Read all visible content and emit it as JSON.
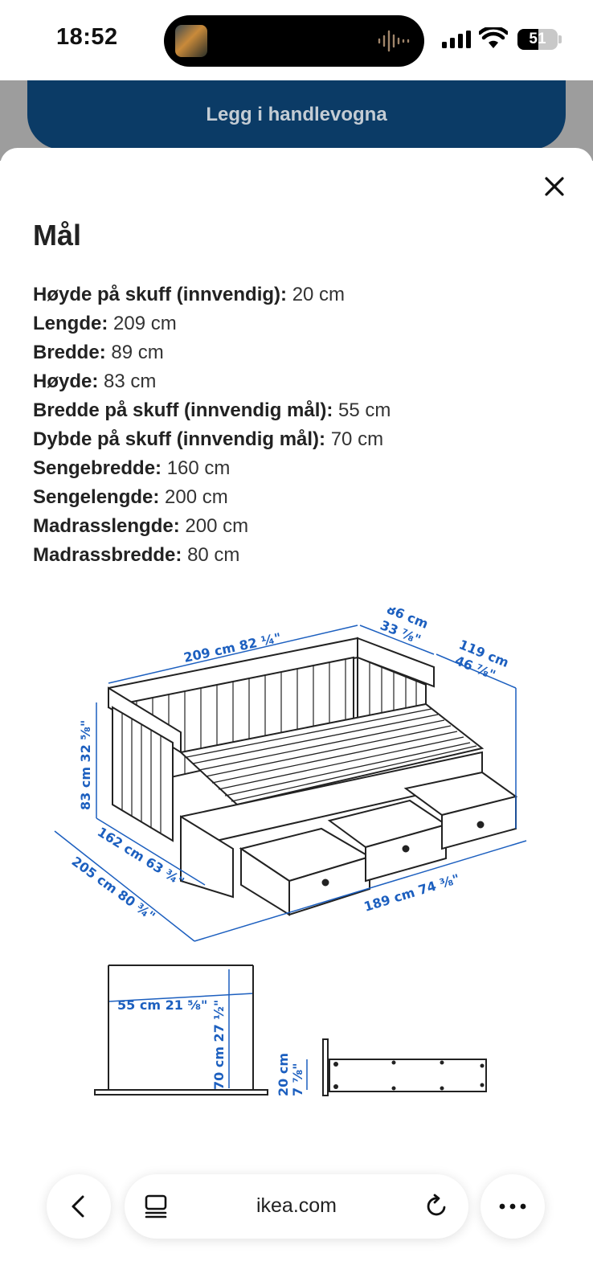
{
  "status_bar": {
    "time": "18:52",
    "battery": "51"
  },
  "background_page": {
    "cart_button_label": "Legg i handlevogna"
  },
  "sheet": {
    "title": "Mål",
    "specs": [
      {
        "label": "Høyde på skuff (innvendig):",
        "value": "20 cm"
      },
      {
        "label": "Lengde:",
        "value": "209 cm"
      },
      {
        "label": "Bredde:",
        "value": "89 cm"
      },
      {
        "label": "Høyde:",
        "value": "83 cm"
      },
      {
        "label": "Bredde på skuff (innvendig mål):",
        "value": "55 cm"
      },
      {
        "label": "Dybde på skuff (innvendig mål):",
        "value": "70 cm"
      },
      {
        "label": "Sengebredde:",
        "value": "160 cm"
      },
      {
        "label": "Sengelengde:",
        "value": "200 cm"
      },
      {
        "label": "Madrasslengde:",
        "value": "200 cm"
      },
      {
        "label": "Madrassbredde:",
        "value": "80 cm"
      }
    ],
    "diagram_labels": {
      "length_top": "209 cm 82 ¼\"",
      "depth_top_cm": "86 cm",
      "depth_top_in": "33 ⅞\"",
      "extended_cm": "119 cm",
      "extended_in": "46 ⅞\"",
      "height": "83 cm 32 ⅝\"",
      "bed_width": "162 cm 63 ¾\"",
      "bed_width_extended": "205 cm 80 ¾\"",
      "base_length": "189 cm 74 ⅜\"",
      "drawer_width": "55 cm 21 ⅝\"",
      "drawer_depth": "70 cm 27 ½\"",
      "drawer_height_cm": "20 cm",
      "drawer_height_in": "7 ⅞\""
    }
  },
  "browser": {
    "url": "ikea.com"
  },
  "colors": {
    "ikea_blue": "#0b3b66",
    "dimension_blue": "#1c5fbf"
  }
}
